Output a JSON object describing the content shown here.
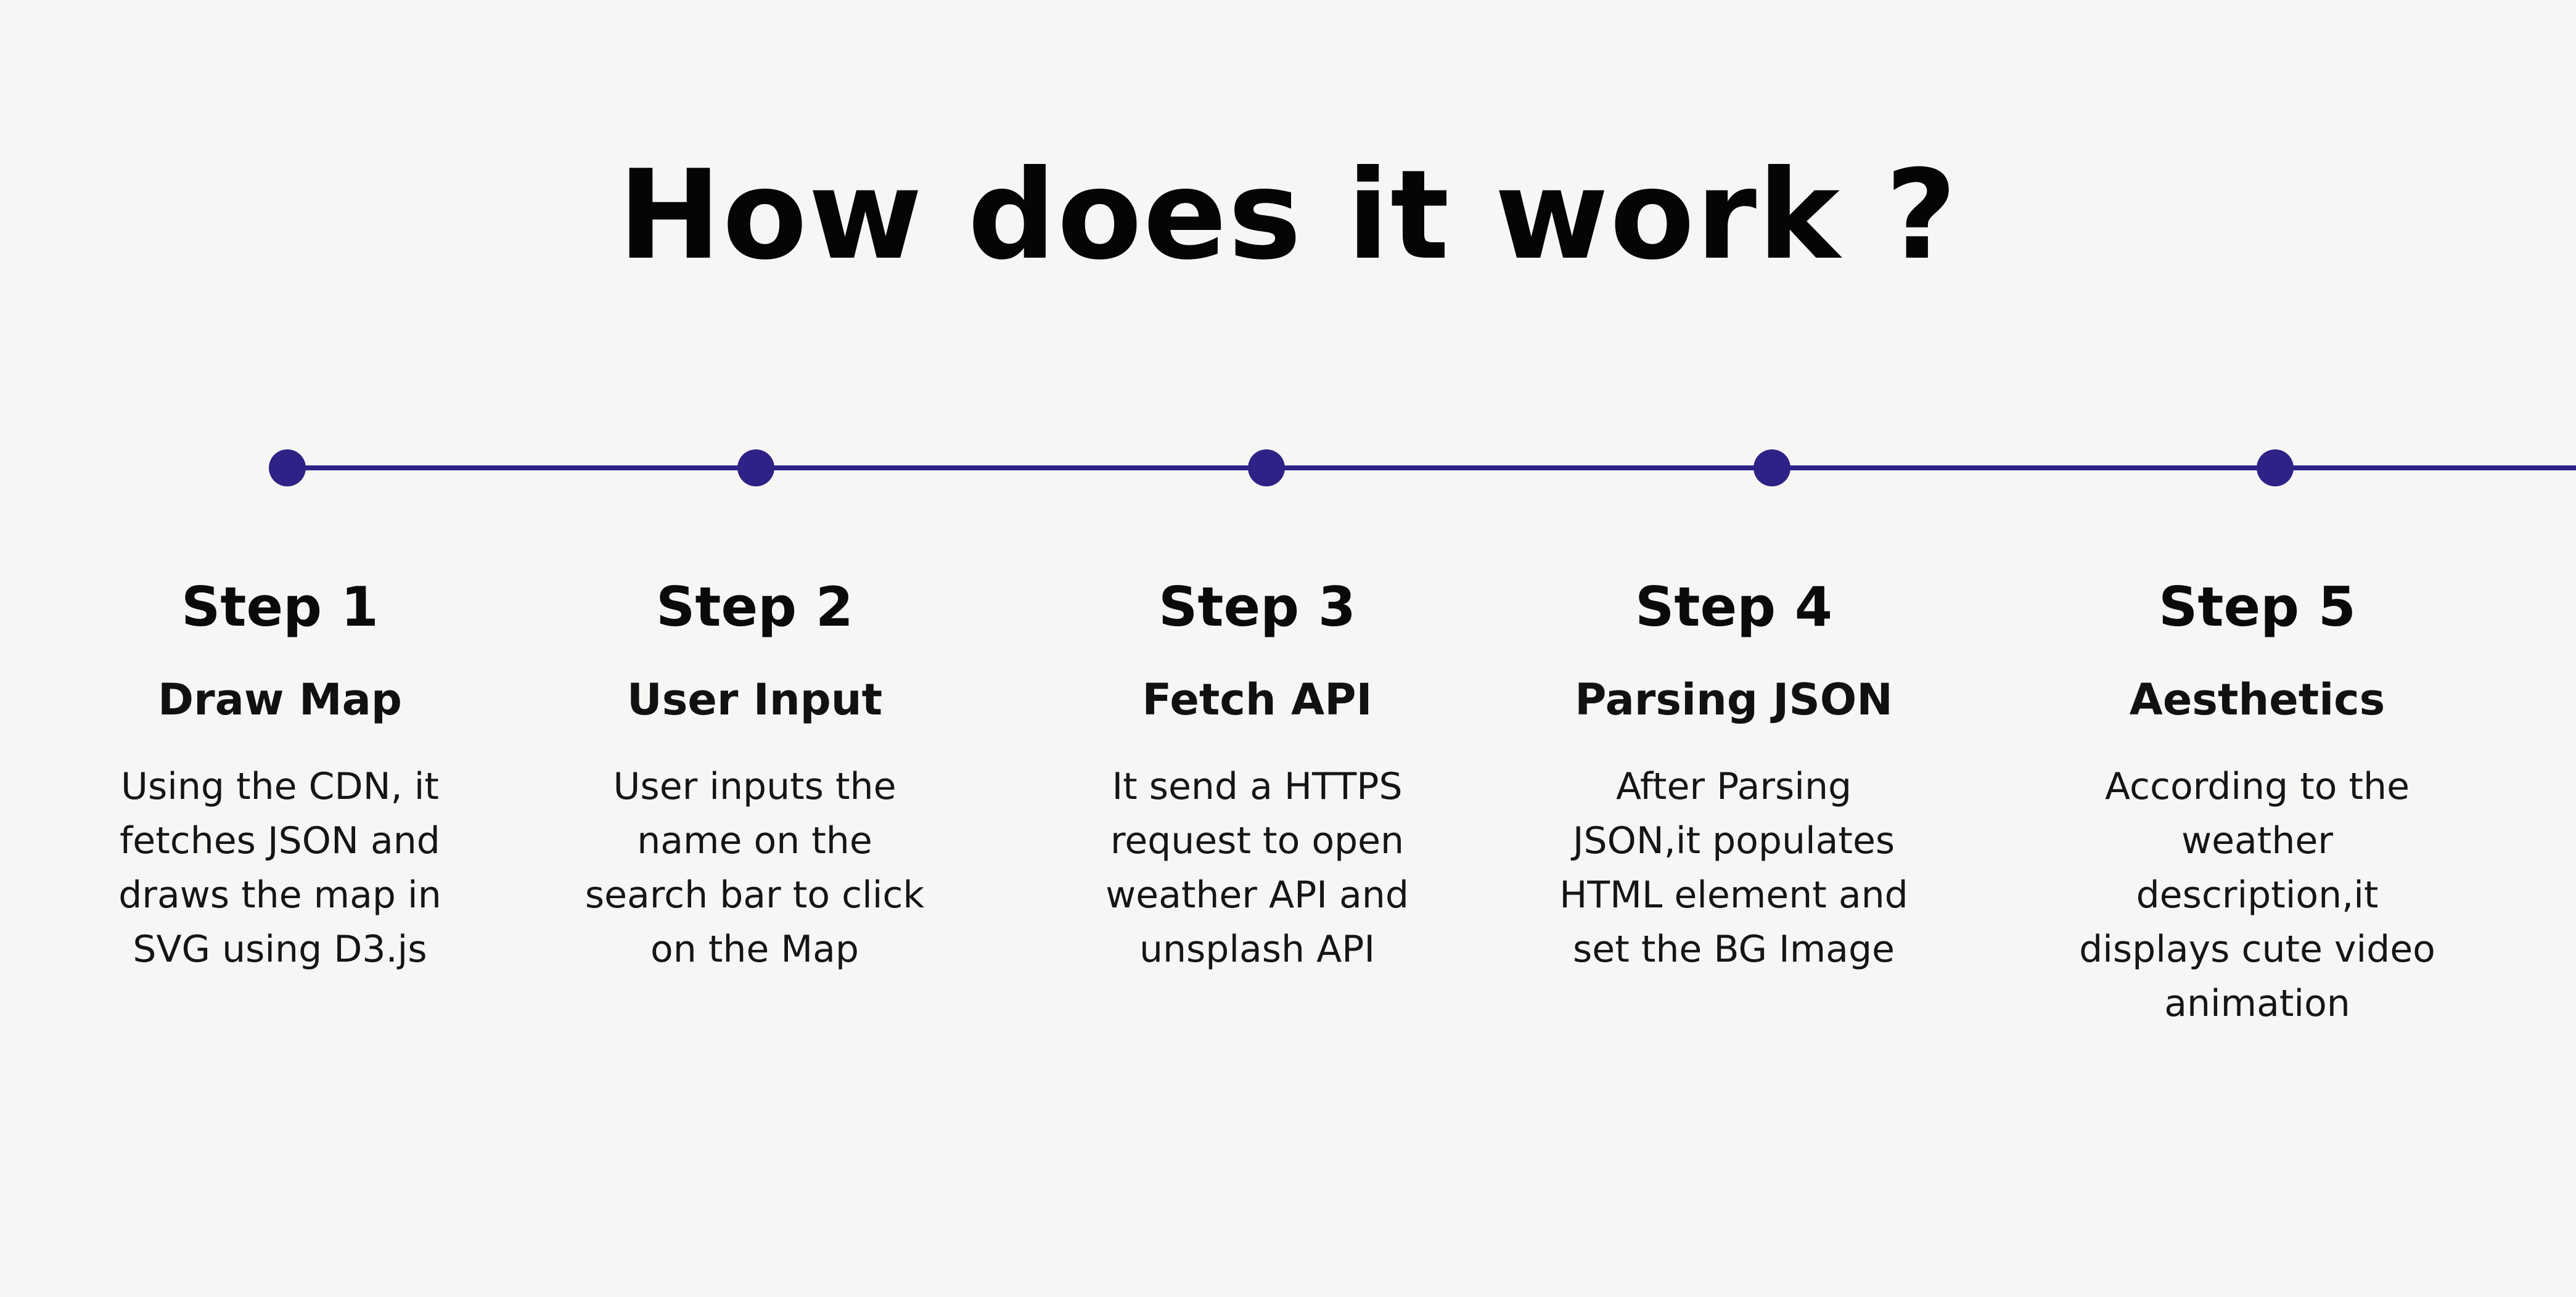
{
  "title": "How does it work ?",
  "accent_color": "#2e2286",
  "steps": [
    {
      "number": "Step 1",
      "title": "Draw Map",
      "description": "Using the CDN, it\nfetches JSON and\ndraws the map in\nSVG using D3.js"
    },
    {
      "number": "Step 2",
      "title": "User Input",
      "description": "User inputs the\nname on the\nsearch bar to click\non the Map"
    },
    {
      "number": "Step 3",
      "title": "Fetch API",
      "description": "It send a HTTPS\nrequest to open\nweather API and\nunsplash API"
    },
    {
      "number": "Step 4",
      "title": "Parsing JSON",
      "description": "After Parsing\nJSON,it populates\nHTML element and\nset the BG Image"
    },
    {
      "number": "Step 5",
      "title": "Aesthetics",
      "description": "According to the\nweather\ndescription,it\ndisplays cute video\nanimation"
    }
  ]
}
